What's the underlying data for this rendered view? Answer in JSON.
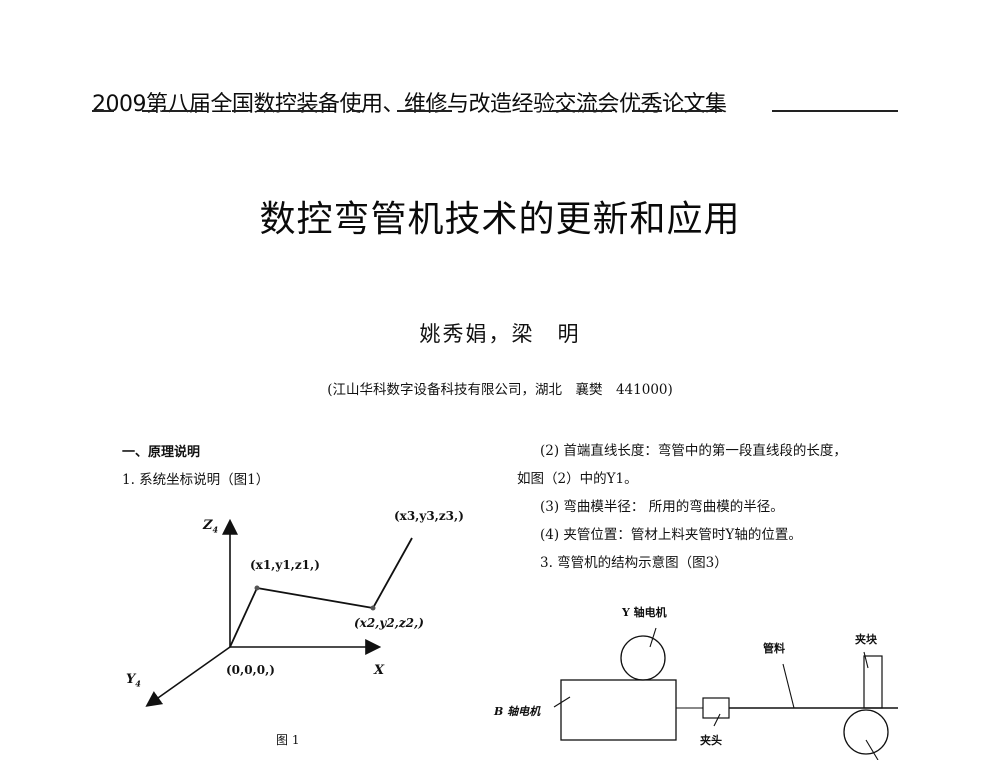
{
  "header": {
    "running_title": "2009第八届全国数控装备使用、维修与改造经验交流会优秀论文集"
  },
  "paper": {
    "title": "数控弯管机技术的更新和应用",
    "authors": "姚秀娟，梁　明",
    "affiliation": "(江山华科数字设备科技有限公司，湖北　襄樊　441000)"
  },
  "left_column": {
    "section_heading": "一、原理说明",
    "subsection_1": "1. 系统坐标说明（图1）"
  },
  "right_column": {
    "item_2_line1": "(2) 首端直线长度：弯管中的第一段直线段的长度，",
    "item_2_line2": "如图（2）中的Y1。",
    "item_3": "(3) 弯曲模半径： 所用的弯曲模的半径。",
    "item_4": "(4) 夹管位置：管材上料夹管时Y轴的位置。",
    "subsection_3": "3. 弯管机的结构示意图（图3）"
  },
  "figure1": {
    "caption": "图 1",
    "axis_z": "Z",
    "axis_y": "Y",
    "axis_x": "X",
    "axis_subscript": "4",
    "point_origin": "(0,0,0,)",
    "point_1": "(x1,y1,z1,)",
    "point_2": "(x2,y2,z2,)",
    "point_3": "(x3,y3,z3,)"
  },
  "figure3": {
    "label_y_motor": "Y 轴电机",
    "label_b_motor": "B 轴电机",
    "label_tube": "管料",
    "label_clamp_block": "夹块",
    "label_chuck": "夹头"
  }
}
